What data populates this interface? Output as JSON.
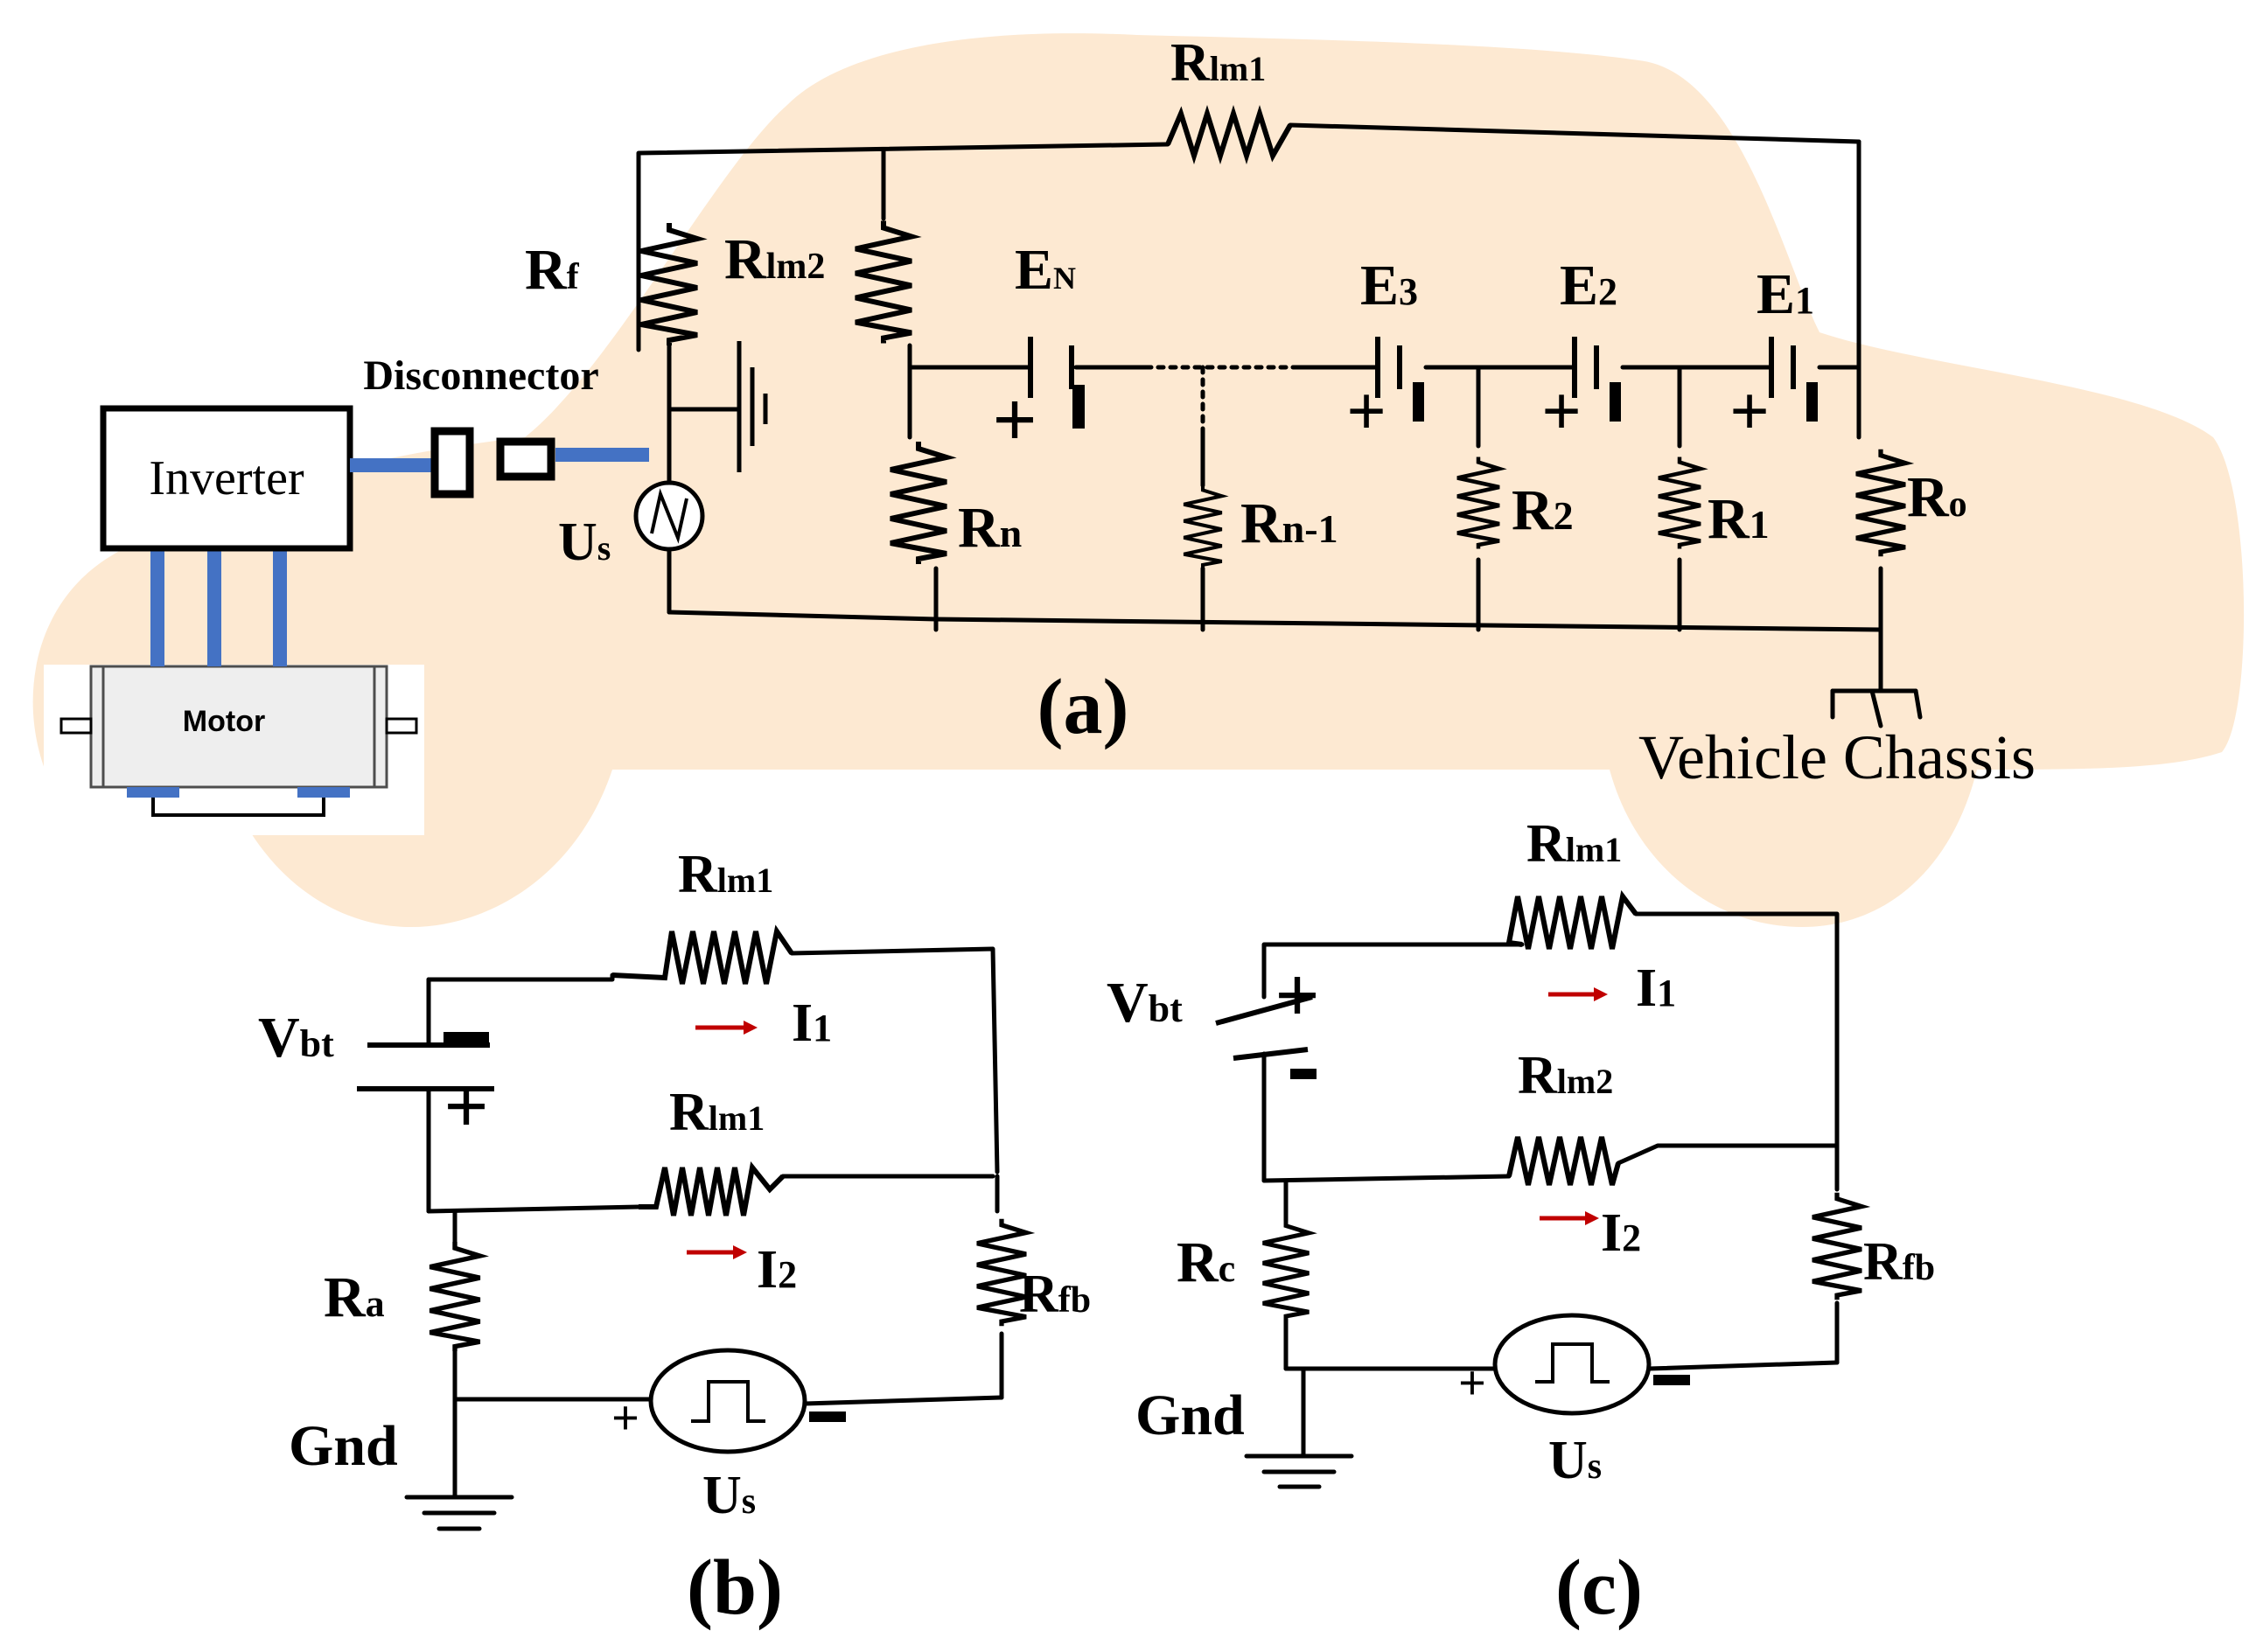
{
  "colors": {
    "car_body": "#fde9d2",
    "cable": "#4472c4",
    "current_arrow": "#c00000",
    "wire": "#000000"
  },
  "panel_a": {
    "label": "(a)",
    "inverter": "Inverter",
    "motor": "Motor",
    "disconnector": "Disconnector",
    "vehicle_chassis": "Vehicle Chassis",
    "source": {
      "main": "U",
      "sub": "s"
    },
    "rlm1": {
      "main": "R",
      "sub": "lm1"
    },
    "rlm2": {
      "main": "R",
      "sub": "lm2"
    },
    "rf": {
      "main": "R",
      "sub": "f"
    },
    "rn": {
      "main": "R",
      "sub": "n"
    },
    "rn1": {
      "main": "R",
      "sub": "n-1"
    },
    "r2": {
      "main": "R",
      "sub": "2"
    },
    "r1": {
      "main": "R",
      "sub": "1"
    },
    "ro": {
      "main": "R",
      "sub": "o"
    },
    "en": {
      "main": "E",
      "sub": "N"
    },
    "e3": {
      "main": "E",
      "sub": "3"
    },
    "e2": {
      "main": "E",
      "sub": "2"
    },
    "e1": {
      "main": "E",
      "sub": "1"
    },
    "plus": "+"
  },
  "panel_b": {
    "label": "(b)",
    "vbt": {
      "main": "V",
      "sub": "bt"
    },
    "rlm1_top": {
      "main": "R",
      "sub": "lm1"
    },
    "rlm1_bottom": {
      "main": "R",
      "sub": "lm1"
    },
    "i1": {
      "main": "I",
      "sub": "1"
    },
    "i2": {
      "main": "I",
      "sub": "2"
    },
    "ra": {
      "main": "R",
      "sub": "a"
    },
    "rfb": {
      "main": "R",
      "sub": "fb"
    },
    "gnd": "Gnd",
    "us": {
      "main": "U",
      "sub": "s"
    },
    "plus": "+",
    "minus": "−"
  },
  "panel_c": {
    "label": "(c)",
    "vbt": {
      "main": "V",
      "sub": "bt"
    },
    "rlm1": {
      "main": "R",
      "sub": "lm1"
    },
    "rlm2": {
      "main": "R",
      "sub": "lm2"
    },
    "i1": {
      "main": "I",
      "sub": "1"
    },
    "i2": {
      "main": "I",
      "sub": "2"
    },
    "rc": {
      "main": "R",
      "sub": "c"
    },
    "rfb": {
      "main": "R",
      "sub": "fb"
    },
    "gnd": "Gnd",
    "us": {
      "main": "U",
      "sub": "s"
    },
    "plus": "+",
    "minus": "−"
  }
}
